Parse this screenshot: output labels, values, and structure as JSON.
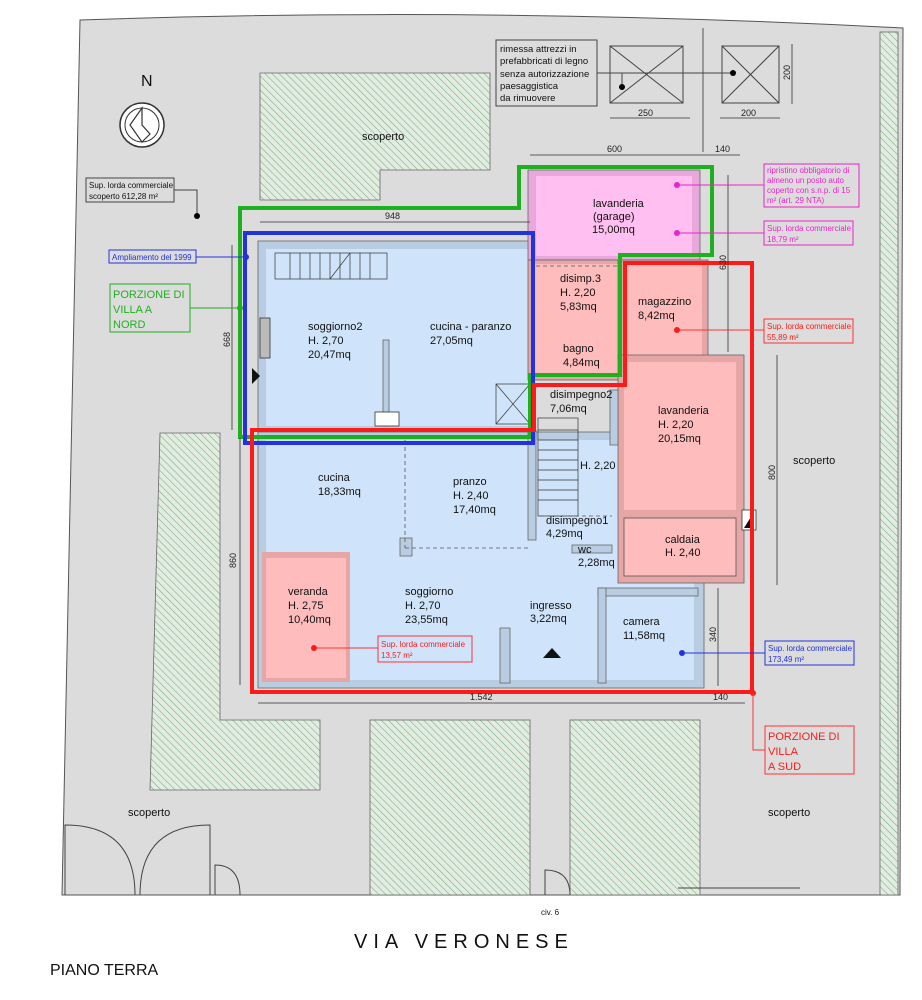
{
  "plan_title": "PIANO TERRA",
  "street": "VIA VERONESE",
  "civic": "civ. 6",
  "north": "N",
  "colors": {
    "north_outline": "#1fb01f",
    "south_outline": "#ff1a1a",
    "extension_outline": "#2233dd",
    "garage": "#ffbff0",
    "south_annex": "#ffbcbc",
    "house": "#cfe4fa",
    "lot": "#dcdcdc"
  },
  "outdoor_labels": [
    "scoperto",
    "scoperto",
    "scoperto",
    "scoperto"
  ],
  "rooms": [
    {
      "name": "soggiorno2",
      "height": "H. 2,70",
      "area": "20,47mq"
    },
    {
      "name": "cucina - paranzo",
      "area": "27,05mq"
    },
    {
      "name": "lavanderia",
      "sub": "(garage)",
      "area": "15,00mq"
    },
    {
      "name": "disimp.3",
      "height": "H. 2,20",
      "area": "5,83mq"
    },
    {
      "name": "bagno",
      "area": "4,84mq"
    },
    {
      "name": "magazzino",
      "area": "8,42mq"
    },
    {
      "name": "disimpegno2",
      "area": "7,06mq"
    },
    {
      "name": "lavanderia",
      "height": "H. 2,20",
      "area": "20,15mq"
    },
    {
      "name": "cucina",
      "area": "18,33mq"
    },
    {
      "name": "pranzo",
      "height": "H. 2,40",
      "area": "17,40mq"
    },
    {
      "name": "H. 2,20"
    },
    {
      "name": "disimpegno1",
      "area": "4,29mq"
    },
    {
      "name": "wc",
      "area": "2,28mq"
    },
    {
      "name": "caldaia",
      "height": "H. 2,40"
    },
    {
      "name": "veranda",
      "height": "H. 2,75",
      "area": "10,40mq"
    },
    {
      "name": "soggiorno",
      "height": "H. 2,70",
      "area": "23,55mq"
    },
    {
      "name": "ingresso",
      "area": "3,22mq"
    },
    {
      "name": "camera",
      "area": "11,58mq"
    }
  ],
  "callouts": {
    "shed": [
      "rimessa attrezzi in",
      "prefabbricati di legno",
      "senza autorizzazione",
      "paesaggistica",
      "da rimuovere"
    ],
    "scoperto_area": [
      "Sup. lorda commerciale",
      "scoperto 612,28 m²"
    ],
    "extension": "Ampliamento del 1999",
    "north_portion": [
      "PORZIONE DI",
      "VILLA A",
      "NORD"
    ],
    "parking": [
      "ripristino obbligatorio di",
      "almeno un posto auto",
      "coperto con s.n.p. di 15",
      "m² (art. 29 NTA)"
    ],
    "garage_area": [
      "Sup. lorda commerciale",
      "18,79 m²"
    ],
    "annex_area": [
      "Sup. lorda commerciale",
      "55,89 m²"
    ],
    "veranda_area": [
      "Sup. lorda commerciale",
      "13,57 m²"
    ],
    "main_area": [
      "Sup. lorda commerciale",
      "173,49 m²"
    ],
    "south_portion": [
      "PORZIONE DI",
      "VILLA",
      "A SUD"
    ]
  },
  "dimensions": {
    "d948": "948",
    "d600": "600",
    "d140a": "140",
    "d250": "250",
    "d200a": "200",
    "d200b": "200",
    "d668": "668",
    "d630": "630",
    "d800": "800",
    "d860": "860",
    "d340": "340",
    "d1542": "1.542",
    "d140b": "140"
  }
}
